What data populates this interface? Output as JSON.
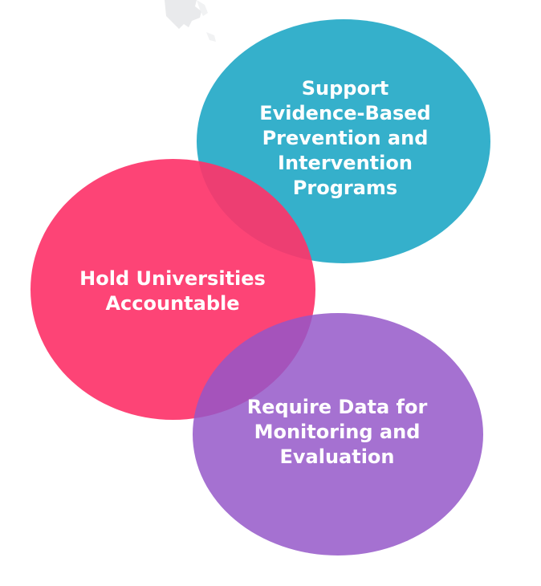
{
  "diagram": {
    "type": "venn",
    "colors": {
      "top_circle": "#35b0cb",
      "left_circle": "#fd346a",
      "bottom_circle": "#9456c8",
      "text": "#ffffff"
    },
    "circles": [
      {
        "id": "top",
        "label": "Support\nEvidence-Based\nPrevention and\nIntervention\nPrograms"
      },
      {
        "id": "left",
        "label": "Hold Universities\nAccountable"
      },
      {
        "id": "bottom",
        "label": "Require Data for\nMonitoring and\nEvaluation"
      }
    ]
  }
}
